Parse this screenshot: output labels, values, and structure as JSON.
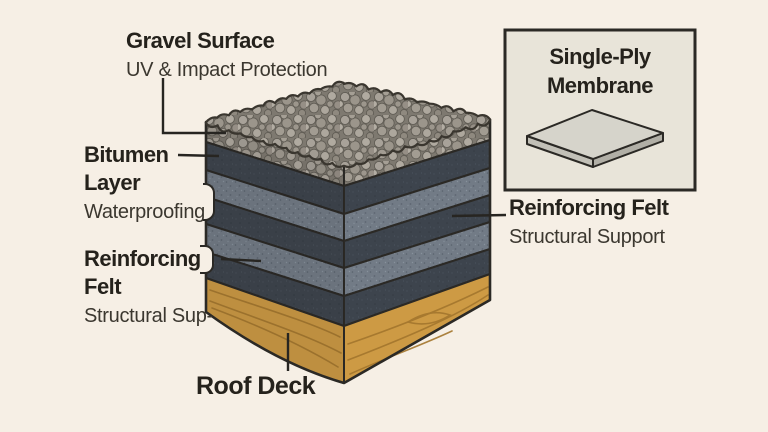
{
  "palette": {
    "page_bg": "#f6efe5",
    "outline": "#2b2925",
    "text_primary": "#25221c",
    "text_secondary": "#3b372f",
    "layer_dark": "#3d444d",
    "layer_light": "#727b86",
    "gravel_base": "#a39d93",
    "gravel_gap": "#7e7970",
    "wood": "#cd9a44",
    "wood_grain": "#a3762d",
    "inset_bg": "#e8e4d9",
    "plate_top": "#d6d4cb",
    "plate_left": "#c2c0b7",
    "plate_right": "#b1afa6",
    "leader": "#272521"
  },
  "labels": {
    "gravel": {
      "title": "Gravel Surface",
      "subtitle": "UV & Impact Protection"
    },
    "bitumen": {
      "title": "Bitumen Layer",
      "subtitle": "Waterproofing"
    },
    "reinforcing_left": {
      "title": "Reinforcing Felt",
      "subtitle": "Structural Sup-"
    },
    "roof_deck": {
      "title": "Roof Deck"
    },
    "reinforcing_right": {
      "title": "Reinforcing Felt",
      "subtitle": "Structural Support"
    },
    "inset": {
      "title": "Single-Ply Membrane"
    }
  },
  "layer_stack": [
    "Gravel Surface",
    "Bitumen Layer",
    "Reinforcing Felt",
    "Bitumen Layer",
    "Reinforcing Felt",
    "Bitumen Layer",
    "Roof Deck"
  ]
}
